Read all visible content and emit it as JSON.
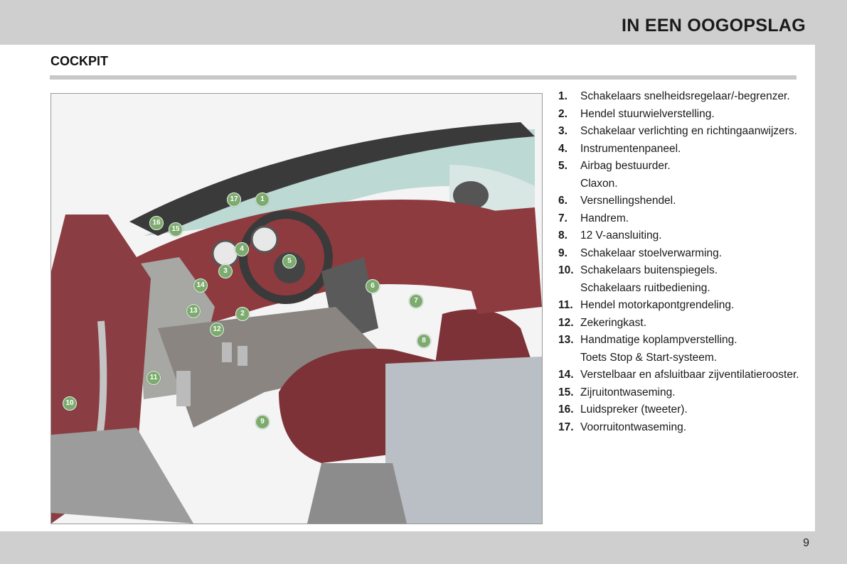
{
  "header": {
    "title": "IN EEN OOGOPSLAG"
  },
  "section_title": "COCKPIT",
  "figure": {
    "callouts": [
      "1",
      "2",
      "3",
      "4",
      "5",
      "6",
      "7",
      "8",
      "9",
      "10",
      "11",
      "12",
      "13",
      "14",
      "15",
      "16",
      "17"
    ]
  },
  "items": [
    {
      "num": "1.",
      "text": "Schakelaars snelheidsregelaar/-begrenzer."
    },
    {
      "num": "2.",
      "text": "Hendel stuurwielverstelling."
    },
    {
      "num": "3.",
      "text": "Schakelaar verlichting en richtingaanwijzers."
    },
    {
      "num": "4.",
      "text": "Instrumentenpaneel."
    },
    {
      "num": "5.",
      "text": "Airbag bestuurder.",
      "sub": "Claxon."
    },
    {
      "num": "6.",
      "text": "Versnellingshendel."
    },
    {
      "num": "7.",
      "text": "Handrem."
    },
    {
      "num": "8.",
      "text": "12 V-aansluiting."
    },
    {
      "num": "9.",
      "text": "Schakelaar stoelverwarming."
    },
    {
      "num": "10.",
      "text": "Schakelaars buitenspiegels.",
      "sub": "Schakelaars ruitbediening."
    },
    {
      "num": "11.",
      "text": "Hendel motorkapontgrendeling."
    },
    {
      "num": "12.",
      "text": "Zekeringkast."
    },
    {
      "num": "13.",
      "text": "Handmatige koplampverstelling.",
      "sub": "Toets Stop & Start-systeem."
    },
    {
      "num": "14.",
      "text": "Verstelbaar en afsluitbaar zijventilatierooster."
    },
    {
      "num": "15.",
      "text": "Zijruitontwaseming."
    },
    {
      "num": "16.",
      "text": "Luidspreker (tweeter)."
    },
    {
      "num": "17.",
      "text": "Voorruitontwaseming."
    }
  ],
  "page_number": "9"
}
